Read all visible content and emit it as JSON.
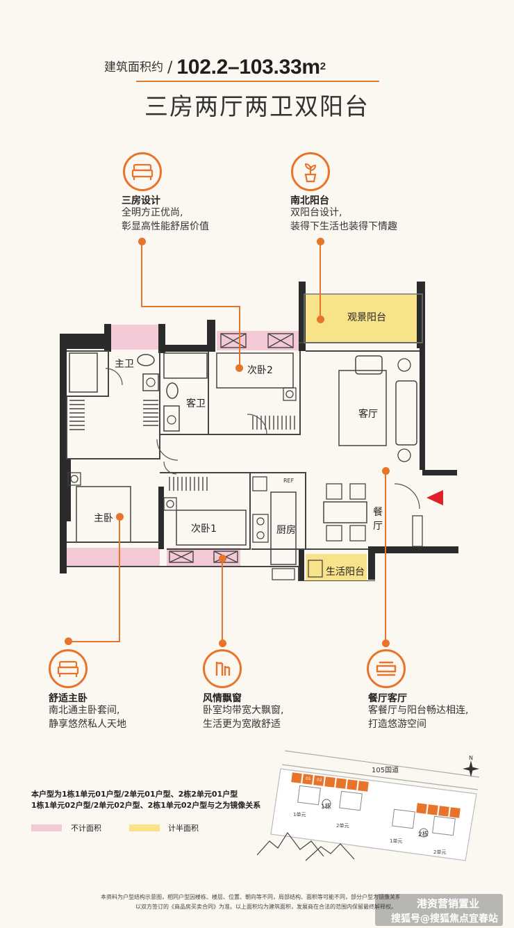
{
  "header": {
    "area_prefix": "建筑面积约",
    "area_sep": "/",
    "area_value": "102.2–103.33m",
    "area_sup": "2",
    "subtitle": "三房两厅两卫双阳台"
  },
  "features": {
    "three_rooms": {
      "title": "三房设计",
      "line1": "全明方正优尚,",
      "line2": "彰显高性能舒居价值"
    },
    "balcony": {
      "title": "南北阳台",
      "line1": "双阳台设计,",
      "line2": "装得下生活也装得下情趣"
    },
    "master": {
      "title": "舒适主卧",
      "line1": "南北通主卧套间,",
      "line2": "静享悠然私人天地"
    },
    "bay_window": {
      "title": "风情飘窗",
      "line1": "卧室均带宽大飘窗,",
      "line2": "生活更为宽敞舒适"
    },
    "living": {
      "title": "餐厅客厅",
      "line1": "客餐厅与阳台畅达相连,",
      "line2": "打造悠游空间"
    }
  },
  "rooms": {
    "view_balcony": "观景阳台",
    "master_bath": "主卫",
    "second_bedroom_2": "次卧2",
    "guest_bath": "客卫",
    "living_room": "客厅",
    "master_bedroom": "主卧",
    "second_bedroom_1": "次卧1",
    "kitchen": "厨房",
    "dining_1": "餐",
    "dining_2": "厅",
    "utility_balcony": "生活阳台",
    "ref": "REF"
  },
  "notes": {
    "line1": "本户型为1栋1单元01户型/2单元01户型、2栋2单元01户型",
    "line2": "1栋1单元02户型/2单元02户型、2栋1单元02户型与之为镜像关系",
    "legend_pink": "不计面积",
    "legend_yellow": "计半面积",
    "fine1": "本资料为户型结构示意图，相同户型因楼栋、楼层、位置、朝向等不同，局部结构、面积等可能不同，部分户型为镜像关系，实际交付为准",
    "fine2": "以双方签订的《商品房买卖合同》为准。以上面积均为建筑面积，发展商在合法的范围内保留最终解释权。"
  },
  "siteplan": {
    "road": "105国道",
    "north": "N",
    "building1": "1栋",
    "building2": "2栋",
    "unit1a": "1单元",
    "unit2a": "2单元",
    "unit1b": "1单元",
    "unit2b": "2单元",
    "tag1": "01",
    "tag2": "02"
  },
  "watermark": {
    "line1": "港资营销置业",
    "line2": "搜狐号@搜狐焦点宜春站"
  },
  "colors": {
    "accent": "#e8732b",
    "not_counted": "#f4c9d6",
    "half_counted": "#f8e38a",
    "entrance_marker": "#e0202a"
  }
}
